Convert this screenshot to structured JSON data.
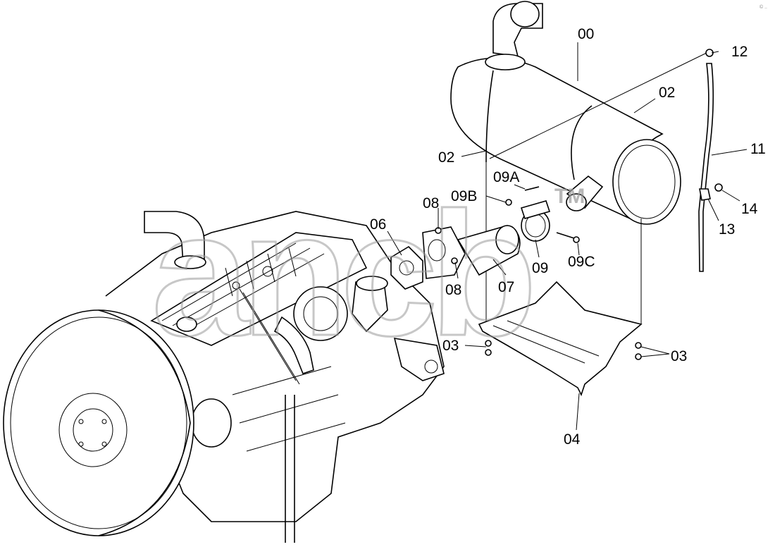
{
  "diagram": {
    "watermark": "ancb",
    "watermark_tm": "TM",
    "corner_mark": "© ..",
    "labels": {
      "00": "00",
      "02a": "02",
      "02b": "02",
      "03a": "03",
      "03b": "03",
      "04": "04",
      "06": "06",
      "07": "07",
      "08a": "08",
      "08b": "08",
      "09": "09",
      "09A": "09A",
      "09B": "09B",
      "09C": "09C",
      "11": "11",
      "12": "12",
      "13": "13",
      "14": "14"
    }
  }
}
